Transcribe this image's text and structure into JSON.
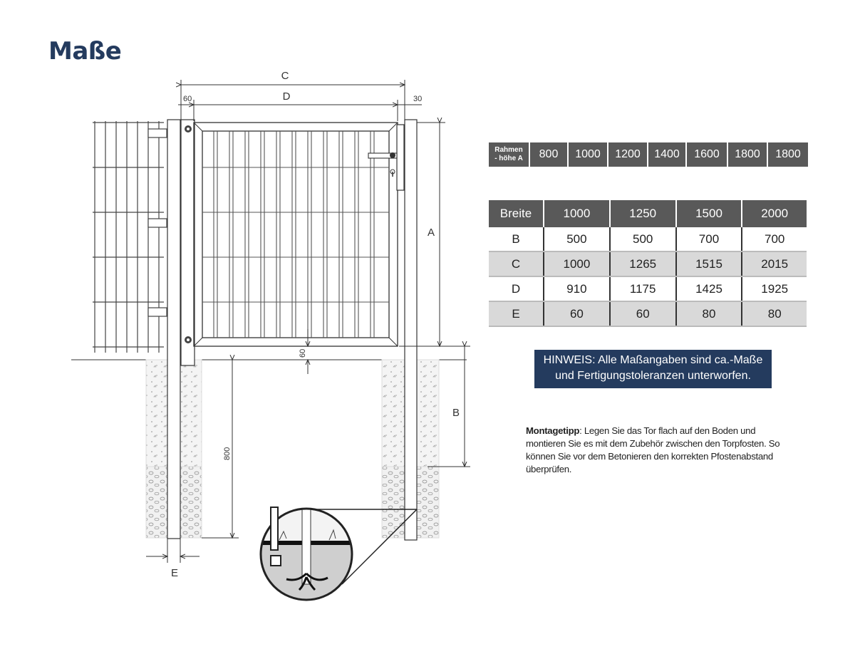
{
  "title": "Maße",
  "dimension_labels": {
    "C": "C",
    "D": "D",
    "A": "A",
    "B": "B",
    "E": "E",
    "left_offset": "60",
    "right_offset": "30",
    "gap_bottom": "60",
    "foundation_depth": "800"
  },
  "frame_height_table": {
    "header_line1": "Rahmen",
    "header_line2": "- höhe A",
    "values": [
      "800",
      "1000",
      "1200",
      "1400",
      "1600",
      "1800",
      "1800"
    ]
  },
  "dims_table": {
    "header": [
      "Breite",
      "1000",
      "1250",
      "1500",
      "2000"
    ],
    "rows": [
      [
        "B",
        "500",
        "500",
        "700",
        "700"
      ],
      [
        "C",
        "1000",
        "1265",
        "1515",
        "2015"
      ],
      [
        "D",
        "910",
        "1175",
        "1425",
        "1925"
      ],
      [
        "E",
        "60",
        "60",
        "80",
        "80"
      ]
    ]
  },
  "note": {
    "line1": "HINWEIS: Alle Maßangaben sind ca.-Maße",
    "line2": "und Fertigungstoleranzen unterworfen."
  },
  "tip": {
    "label": "Montagetipp",
    "text": ": Legen Sie das Tor flach auf den Boden und montieren Sie es mit dem Zubehör zwischen den Torpfosten. So können Sie vor dem Betonieren den korrekten Pfostenabstand überprüfen."
  },
  "colors": {
    "title": "#243b5e",
    "note_bg": "#243b5e",
    "table_header": "#595959",
    "row_shade": "#d9d9d9"
  }
}
